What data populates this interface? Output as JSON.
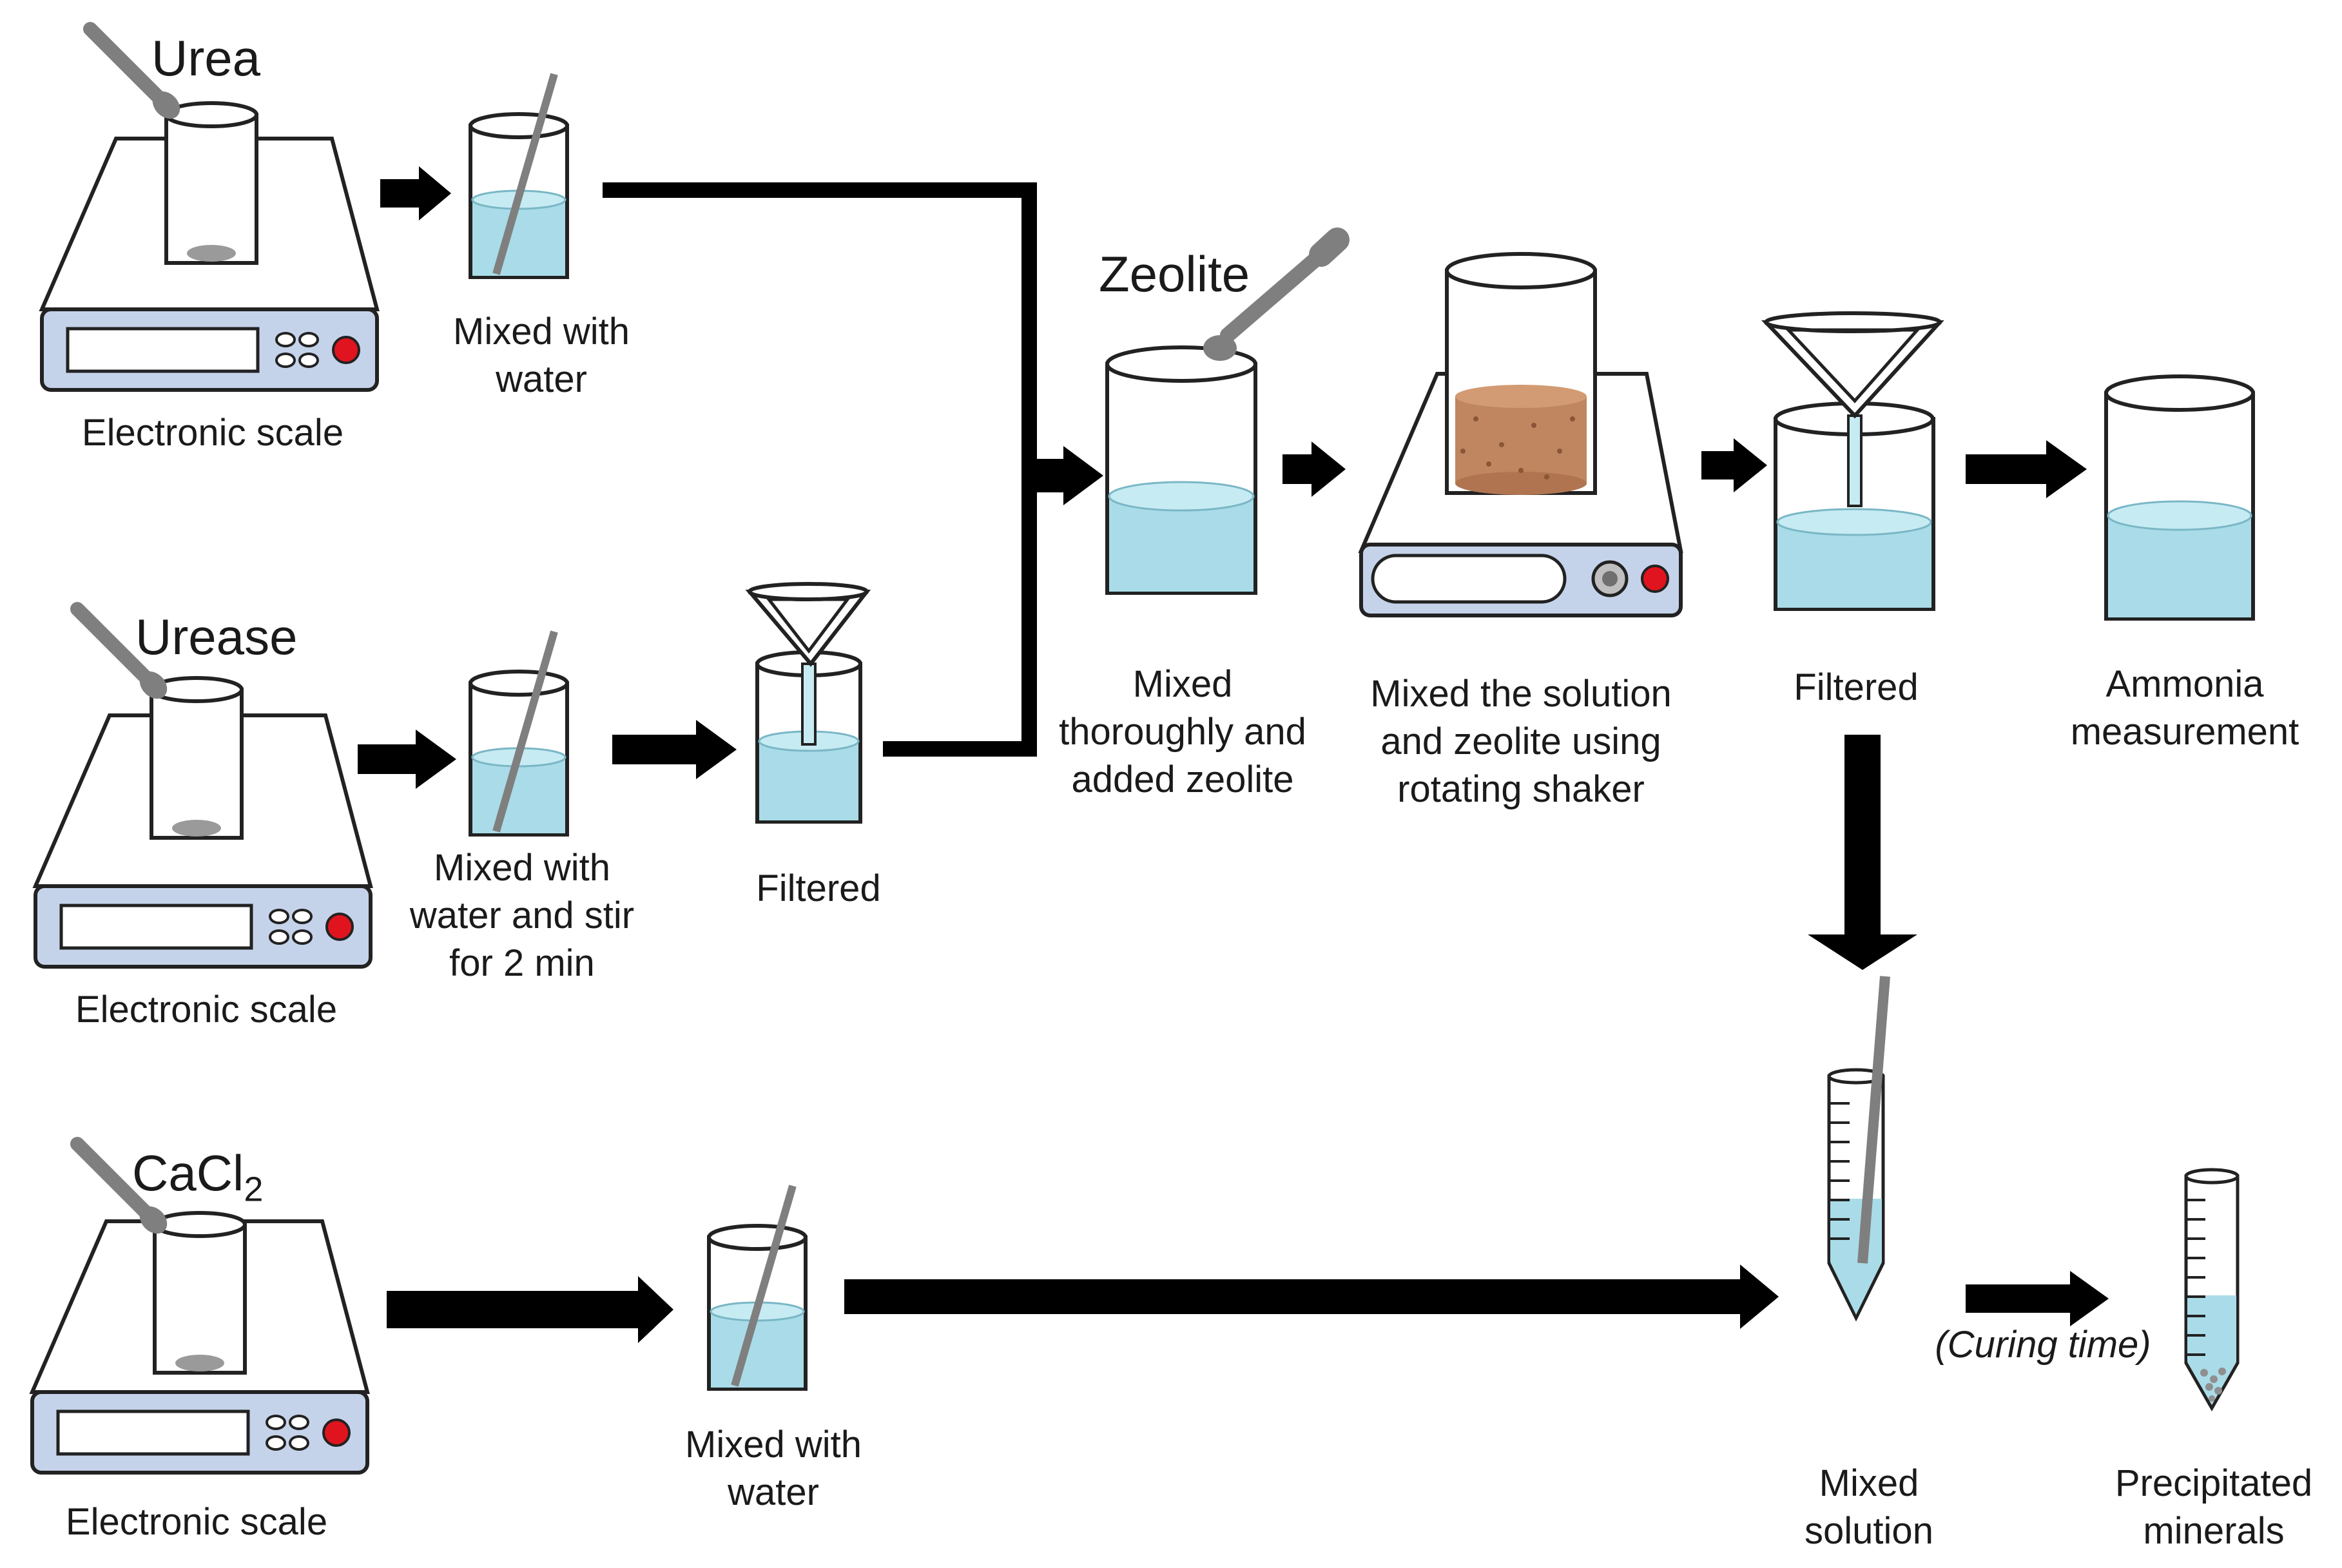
{
  "colors": {
    "liquid": "#a9dce8",
    "liquid_top": "#c7ebf3",
    "scale_display": "#c5d3ea",
    "red_button": "#e0141e",
    "zeolite": "#c08660",
    "arrow": "#000000",
    "spoon": "#7f7f7f"
  },
  "labels": {
    "urea": "Urea",
    "urease": "Urease",
    "cacl2_main": "CaCl",
    "cacl2_sub": "2",
    "zeolite": "Zeolite",
    "scale_1": "Electronic scale",
    "scale_2": "Electronic scale",
    "scale_3": "Electronic scale",
    "mix_water_1": [
      "Mixed with",
      "water"
    ],
    "mix_water_stir": [
      "Mixed with",
      "water and stir",
      "for 2 min"
    ],
    "filtered_1": "Filtered",
    "mixed_zeolite": [
      "Mixed",
      "thoroughly  and",
      "added zeolite"
    ],
    "shaker": [
      "Mixed the solution",
      "and zeolite using",
      "rotating shaker"
    ],
    "filtered_2": "Filtered",
    "ammonia": [
      "Ammonia",
      "measurement"
    ],
    "mix_water_3": [
      "Mixed with",
      "water"
    ],
    "curing": "(Curing time)",
    "mixed_solution": [
      "Mixed",
      "solution"
    ],
    "precipitated": [
      "Precipitated",
      "minerals"
    ]
  }
}
